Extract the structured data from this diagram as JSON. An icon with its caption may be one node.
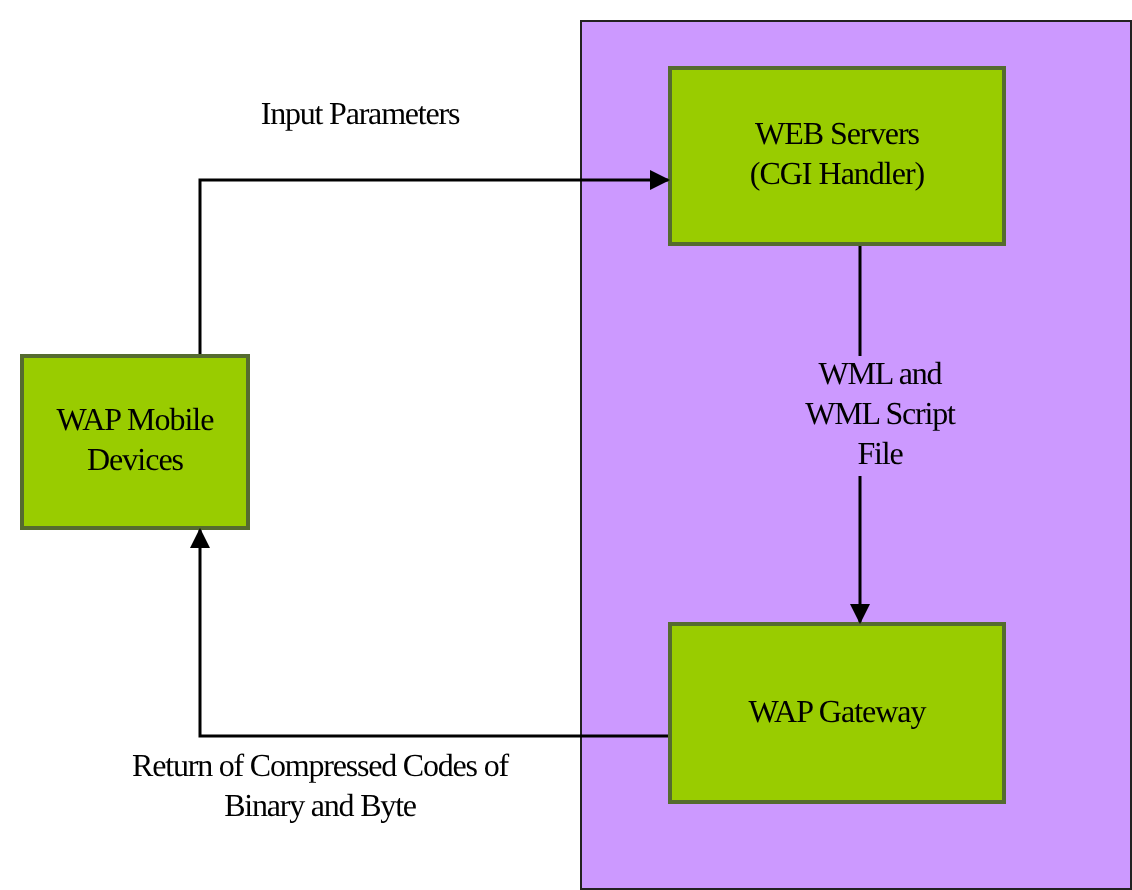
{
  "diagram": {
    "nodes": [
      {
        "text": [
          "WAP Mobile Devices"
        ]
      },
      {
        "text": [],
        "shape": "box"
      },
      {
        "text": [
          "WEB Servers (CGI Handler)"
        ],
        "in": 1
      },
      {
        "text": [
          "WAP Gateway"
        ],
        "in": 1
      }
    ],
    "edges": [
      {
        "from": 0,
        "to": 2,
        "arrow": "to",
        "label": "Input Parameters"
      },
      {
        "from": 2,
        "to": 3,
        "arrow": "to",
        "label": "WML and WML Script File"
      },
      {
        "from": 3,
        "to": 0,
        "arrow": "to",
        "label": "Return of Compressed Codes of Binary and Byte"
      }
    ]
  }
}
